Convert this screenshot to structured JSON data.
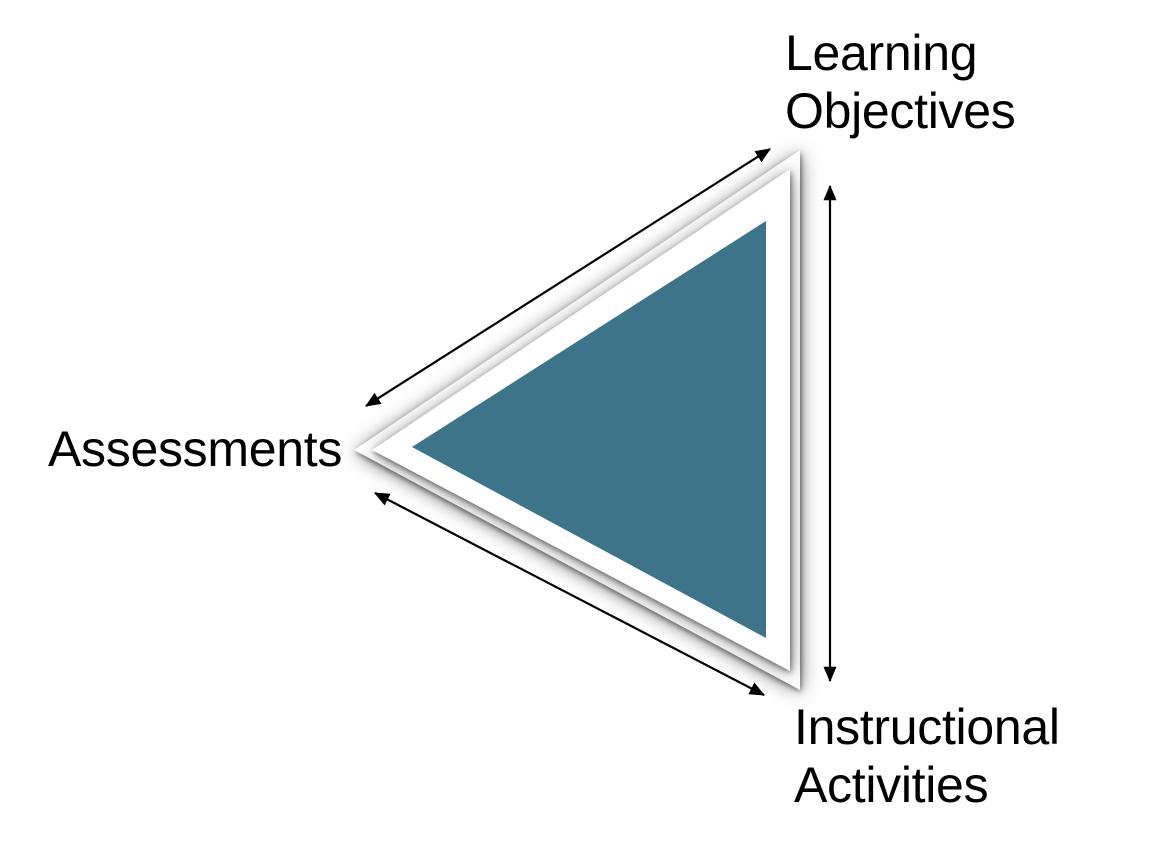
{
  "diagram": {
    "type": "triangle-alignment-diagram",
    "vertices": [
      {
        "id": "learning-objectives",
        "position": "top-right",
        "line1": "Learning",
        "line2": "Objectives"
      },
      {
        "id": "assessments",
        "position": "left",
        "line1": "Assessments"
      },
      {
        "id": "instructional-activities",
        "position": "bottom-right",
        "line1": "Instructional",
        "line2": "Activities"
      }
    ],
    "edges": [
      {
        "between": [
          "Learning Objectives",
          "Assessments"
        ],
        "style": "double-headed-arrow"
      },
      {
        "between": [
          "Assessments",
          "Instructional Activities"
        ],
        "style": "double-headed-arrow"
      },
      {
        "between": [
          "Learning Objectives",
          "Instructional Activities"
        ],
        "style": "double-headed-arrow"
      }
    ],
    "colors": {
      "triangle_fill": "#3E7489",
      "triangle_outline": "#FFFFFF",
      "shadow": "#8A8A8A",
      "arrow": "#000000",
      "text": "#000000",
      "background": "#FFFFFF"
    }
  }
}
